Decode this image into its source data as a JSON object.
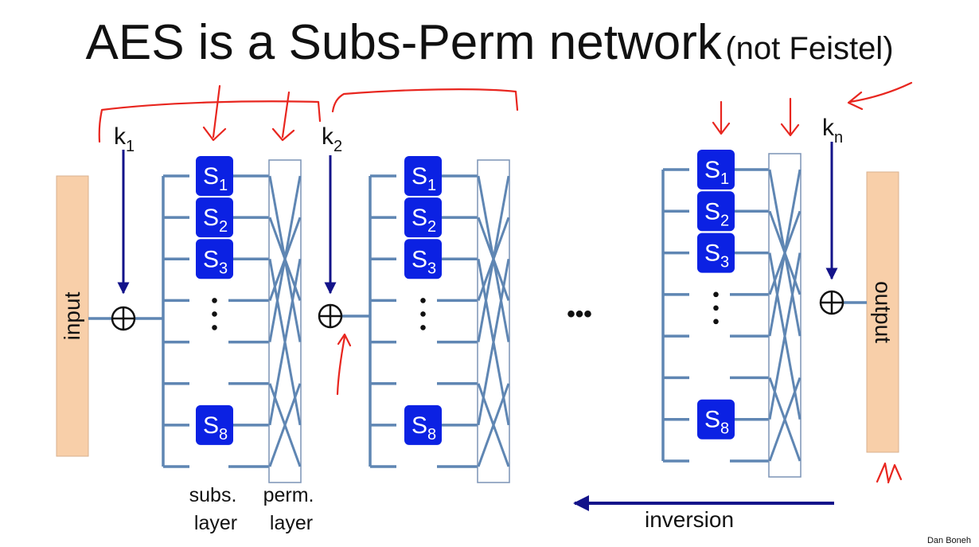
{
  "title": {
    "main": "AES is a Subs-Perm network",
    "sub": "(not Feistel)"
  },
  "io": {
    "input": "input",
    "output": "output"
  },
  "keys": {
    "k1": {
      "base": "k",
      "sub": "1"
    },
    "k2": {
      "base": "k",
      "sub": "2"
    },
    "kn": {
      "base": "k",
      "sub": "n"
    }
  },
  "rounds": [
    {
      "sboxes": [
        {
          "base": "S",
          "sub": "1"
        },
        {
          "base": "S",
          "sub": "2"
        },
        {
          "base": "S",
          "sub": "3"
        },
        {
          "base": "S",
          "sub": "8"
        }
      ]
    },
    {
      "sboxes": [
        {
          "base": "S",
          "sub": "1"
        },
        {
          "base": "S",
          "sub": "2"
        },
        {
          "base": "S",
          "sub": "3"
        },
        {
          "base": "S",
          "sub": "8"
        }
      ]
    },
    {
      "sboxes": [
        {
          "base": "S",
          "sub": "1"
        },
        {
          "base": "S",
          "sub": "2"
        },
        {
          "base": "S",
          "sub": "3"
        },
        {
          "base": "S",
          "sub": "8"
        }
      ]
    }
  ],
  "layer_labels": {
    "subs": [
      "subs.",
      "layer"
    ],
    "perm": [
      "perm.",
      "layer"
    ]
  },
  "ellipsis": "•••",
  "inversion": "inversion",
  "credit": "Dan Boneh",
  "colors": {
    "sbox": "#0b21e3",
    "wire": "#5f86b3",
    "key_arrow": "#13138a",
    "io_fill": "#f8cfa9",
    "annotation": "#e8261f"
  }
}
